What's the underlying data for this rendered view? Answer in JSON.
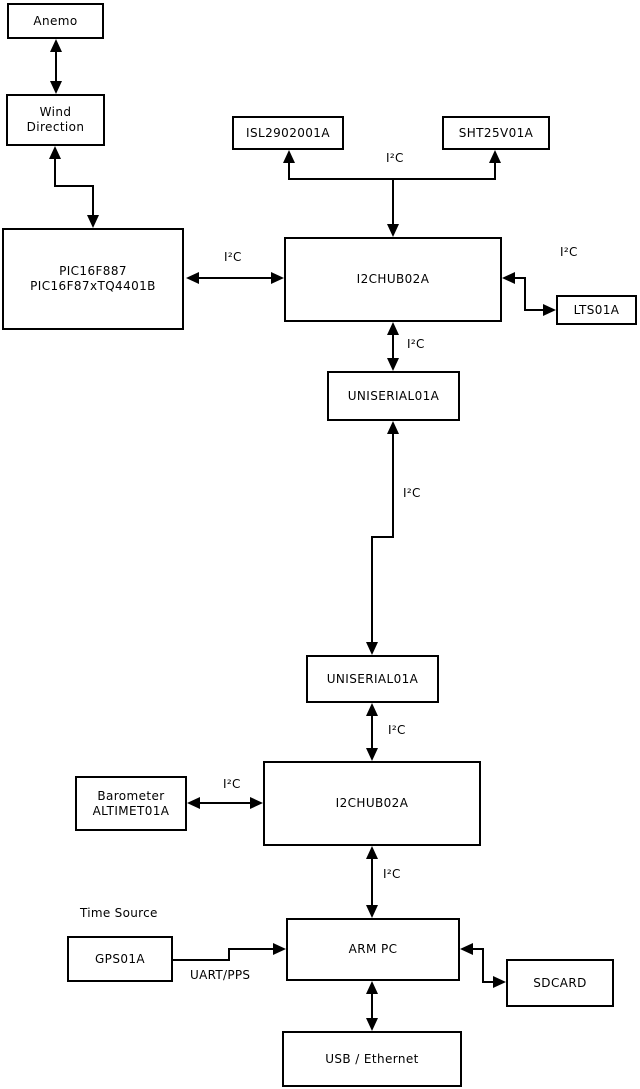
{
  "colors": {
    "background": "#ffffff",
    "line": "#000000",
    "text": "#000000",
    "box_fill": "#ffffff"
  },
  "nodes": {
    "anemo": {
      "label": "Anemo"
    },
    "wind_direction": {
      "lines": [
        "Wind",
        "Direction"
      ]
    },
    "pic": {
      "lines": [
        "PIC16F887",
        "PIC16F87xTQ4401B"
      ]
    },
    "isl": {
      "label": "ISL2902001A"
    },
    "sht": {
      "label": "SHT25V01A"
    },
    "i2c_hub_top": {
      "label": "I2CHUB02A"
    },
    "lts": {
      "label": "LTS01A"
    },
    "uniserial_top": {
      "label": "UNISERIAL01A"
    },
    "uniserial_bottom": {
      "label": "UNISERIAL01A"
    },
    "i2c_hub_bottom": {
      "label": "I2CHUB02A"
    },
    "barometer": {
      "lines": [
        "Barometer",
        "ALTIMET01A"
      ]
    },
    "gps": {
      "label": "GPS01A"
    },
    "arm_pc": {
      "label": "ARM PC"
    },
    "sdcard": {
      "label": "SDCARD"
    },
    "usb_ethernet": {
      "label": "USB / Ethernet"
    }
  },
  "edge_labels": {
    "i2c": "I²C",
    "uart_pps": "UART/PPS",
    "time_source": "Time Source"
  },
  "edges": [
    {
      "from": "Anemo",
      "to": "Wind Direction",
      "direction": "both",
      "label": ""
    },
    {
      "from": "Wind Direction",
      "to": "PIC16F887 PIC16F87xTQ4401B",
      "direction": "both",
      "label": ""
    },
    {
      "from": "PIC16F887 PIC16F87xTQ4401B",
      "to": "I2CHUB02A (upper)",
      "direction": "both",
      "label": "I²C"
    },
    {
      "from": "I2CHUB02A (upper)",
      "to": "ISL2902001A",
      "direction": "branch-up",
      "label": "I²C"
    },
    {
      "from": "I2CHUB02A (upper)",
      "to": "SHT25V01A",
      "direction": "branch-up",
      "label": "I²C"
    },
    {
      "from": "I2CHUB02A (upper)",
      "to": "LTS01A",
      "direction": "both",
      "label": "I²C"
    },
    {
      "from": "I2CHUB02A (upper)",
      "to": "UNISERIAL01A (upper)",
      "direction": "both",
      "label": "I²C"
    },
    {
      "from": "UNISERIAL01A (upper)",
      "to": "UNISERIAL01A (lower)",
      "direction": "both",
      "label": "I²C"
    },
    {
      "from": "UNISERIAL01A (lower)",
      "to": "I2CHUB02A (lower)",
      "direction": "both",
      "label": "I²C"
    },
    {
      "from": "Barometer ALTIMET01A",
      "to": "I2CHUB02A (lower)",
      "direction": "both",
      "label": "I²C"
    },
    {
      "from": "I2CHUB02A (lower)",
      "to": "ARM PC",
      "direction": "both",
      "label": "I²C"
    },
    {
      "from": "GPS01A",
      "to": "ARM PC",
      "direction": "to",
      "label": "UART/PPS"
    },
    {
      "from": "ARM PC",
      "to": "SDCARD",
      "direction": "both",
      "label": ""
    },
    {
      "from": "ARM PC",
      "to": "USB / Ethernet",
      "direction": "both",
      "label": ""
    }
  ]
}
